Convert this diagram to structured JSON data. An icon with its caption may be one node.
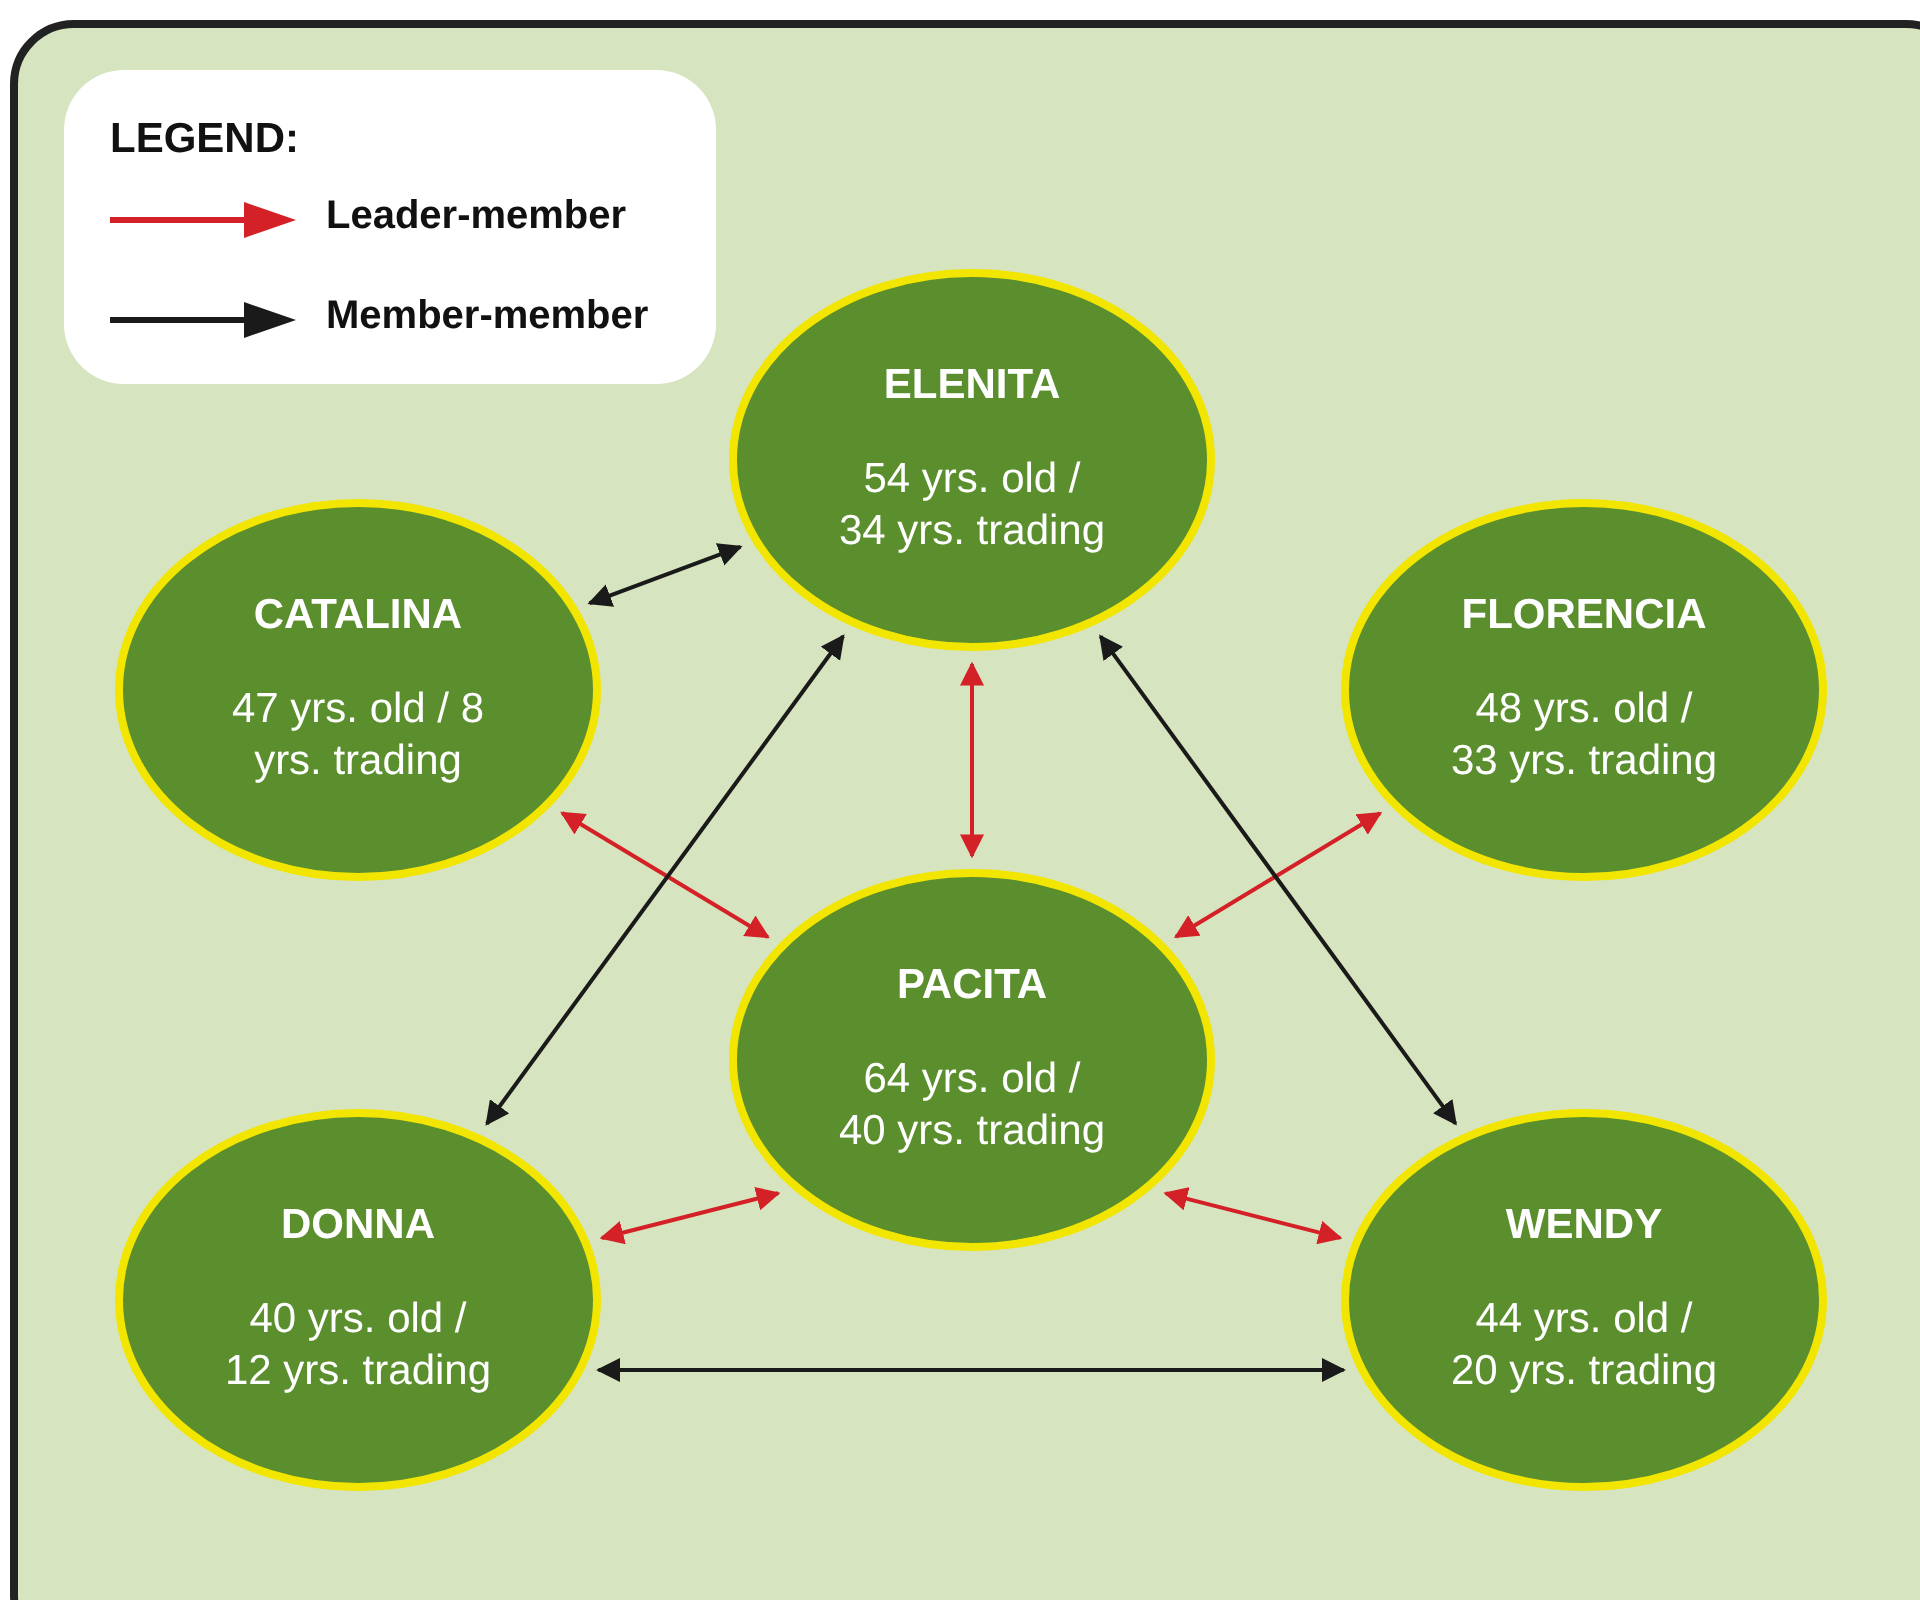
{
  "diagram": {
    "nodes": [
      {
        "text": [
          "ELENITA",
          "54 yrs. old / 34 yrs. trading"
        ]
      },
      {
        "text": [
          "CATALINA",
          "47 yrs. old / 8 yrs. trading"
        ]
      },
      {
        "text": [
          "FLORENCIA",
          "48 yrs. old / 33 yrs. trading"
        ]
      },
      {
        "text": [
          "PACITA",
          "64 yrs. old / 40 yrs. trading"
        ]
      },
      {
        "text": [
          "DONNA",
          "40 yrs. old / 12 yrs. trading"
        ]
      },
      {
        "text": [
          "WENDY",
          "44 yrs. old / 20 yrs. trading"
        ]
      }
    ],
    "edges": [
      {
        "from": 1,
        "to": 0,
        "arrow": "both",
        "color": "#1a1a1a"
      },
      {
        "from": 0,
        "to": 3,
        "arrow": "both"
      },
      {
        "from": 1,
        "to": 3,
        "arrow": "both"
      },
      {
        "from": 2,
        "to": 3,
        "arrow": "both"
      },
      {
        "from": 0,
        "to": 4,
        "arrow": "both",
        "color": "#1a1a1a"
      },
      {
        "from": 0,
        "to": 5,
        "arrow": "both",
        "color": "#1a1a1a"
      },
      {
        "from": 4,
        "to": 3,
        "arrow": "both"
      },
      {
        "from": 3,
        "to": 5,
        "arrow": "both"
      },
      {
        "from": 4,
        "to": 5,
        "arrow": "both",
        "color": "#1a1a1a"
      }
    ],
    "labels": [
      "LEGEND:"
    ],
    "legend": [
      {
        "text": "Leader-member",
        "color": "#d42027"
      },
      {
        "text": "Member-member",
        "color": "#1a1a1a"
      }
    ]
  }
}
